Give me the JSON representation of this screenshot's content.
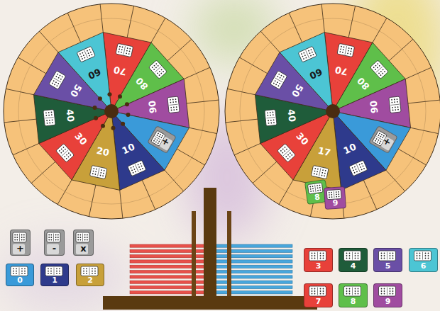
{
  "diagram": {
    "nodes": [
      {
        "text": [
          "+"
        ]
      },
      {
        "text": [
          "+"
        ]
      },
      {
        "text": [
          "8"
        ]
      },
      {
        "text": [
          "9"
        ]
      },
      {
        "text": [
          "+"
        ]
      },
      {
        "text": [
          "-"
        ]
      },
      {
        "text": [
          "x"
        ]
      },
      {
        "text": [
          "0"
        ]
      },
      {
        "text": [
          "1"
        ]
      },
      {
        "text": [
          "2"
        ]
      },
      {
        "text": [
          "3"
        ]
      },
      {
        "text": [
          "4"
        ]
      },
      {
        "text": [
          "5"
        ]
      },
      {
        "text": [
          "6"
        ]
      },
      {
        "text": [
          "7"
        ]
      },
      {
        "text": [
          "8"
        ]
      },
      {
        "text": [
          "9"
        ]
      }
    ],
    "labels": [
      "70",
      "80",
      "90",
      "10",
      "20",
      "30",
      "40",
      "50",
      "60",
      "70",
      "80",
      "90",
      "10",
      "17",
      "30",
      "40",
      "50",
      "60"
    ]
  }
}
